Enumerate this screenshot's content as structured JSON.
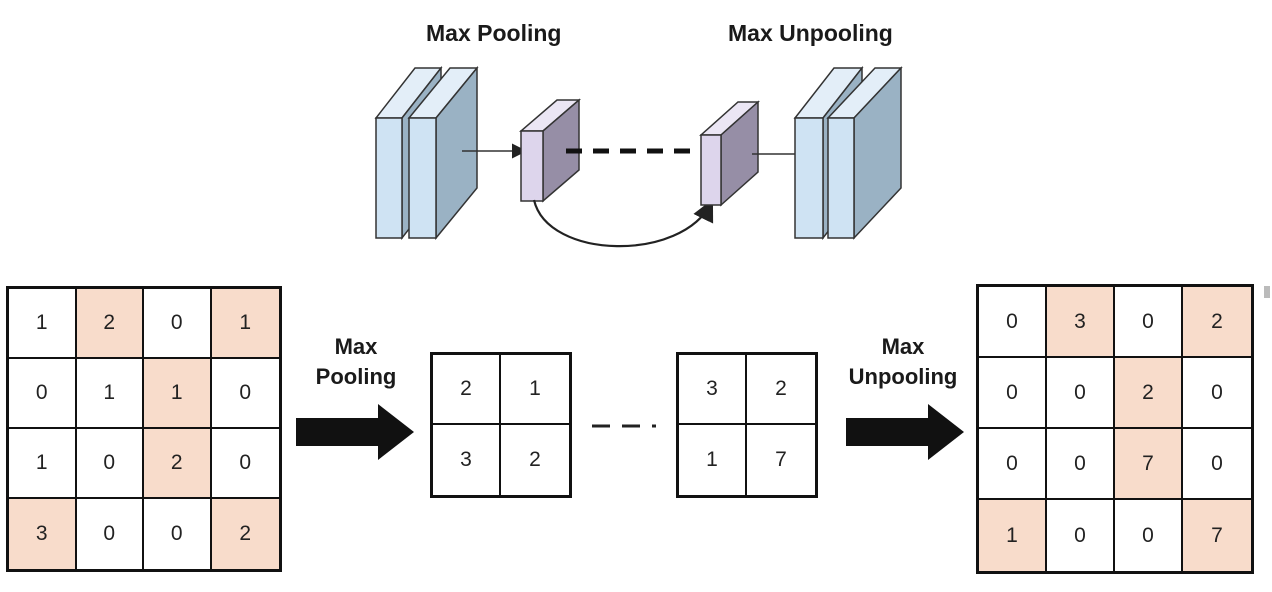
{
  "top_diagram": {
    "max_pooling_title": "Max Pooling",
    "max_unpooling_title": "Max Unpooling"
  },
  "labels": {
    "pool_line1": "Max",
    "pool_line2": "Pooling",
    "unpool_line1": "Max",
    "unpool_line2": "Unpooling"
  },
  "input_matrix": {
    "values": [
      [
        1,
        2,
        0,
        1
      ],
      [
        0,
        1,
        1,
        0
      ],
      [
        1,
        0,
        2,
        0
      ],
      [
        3,
        0,
        0,
        2
      ]
    ],
    "highlight": [
      [
        false,
        true,
        false,
        true
      ],
      [
        false,
        false,
        true,
        false
      ],
      [
        false,
        false,
        true,
        false
      ],
      [
        true,
        false,
        false,
        true
      ]
    ]
  },
  "pooled_matrix": {
    "values": [
      [
        2,
        1
      ],
      [
        3,
        2
      ]
    ]
  },
  "pre_unpool_matrix": {
    "values": [
      [
        3,
        2
      ],
      [
        1,
        7
      ]
    ]
  },
  "output_matrix": {
    "values": [
      [
        0,
        3,
        0,
        2
      ],
      [
        0,
        0,
        2,
        0
      ],
      [
        0,
        0,
        7,
        0
      ],
      [
        1,
        0,
        0,
        7
      ]
    ],
    "highlight": [
      [
        false,
        true,
        false,
        true
      ],
      [
        false,
        false,
        true,
        false
      ],
      [
        false,
        false,
        true,
        false
      ],
      [
        true,
        false,
        false,
        true
      ]
    ]
  },
  "colors": {
    "highlight": "#f8dccb",
    "feature_map_blue": "#cfe3f3",
    "feature_map_purple": "#ddd5ec"
  }
}
